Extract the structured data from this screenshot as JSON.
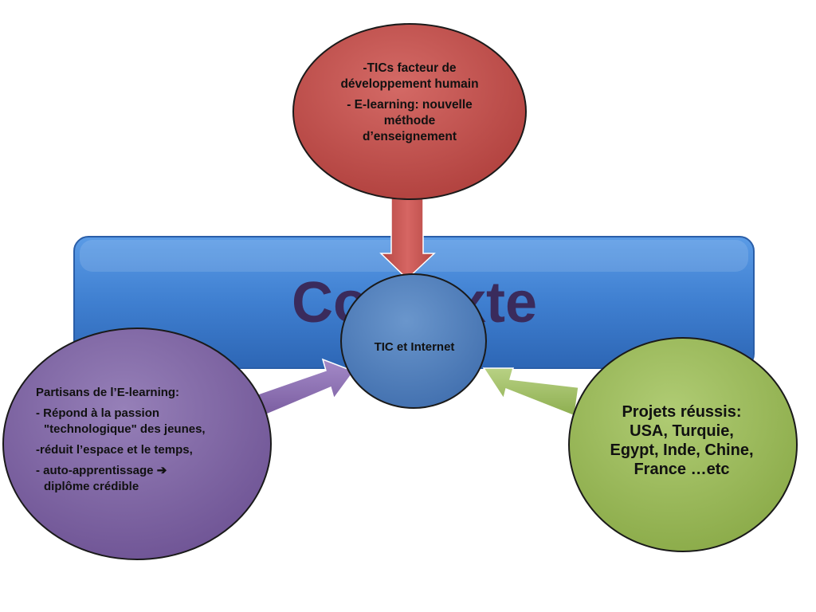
{
  "banner": {
    "title": "Contexte"
  },
  "top_node": {
    "line1": "-TICs facteur de",
    "line2": "développement humain",
    "line3": "-  E-learning: nouvelle",
    "line4": "méthode",
    "line5": "d’enseignement"
  },
  "center_node": {
    "label": "TIC et Internet"
  },
  "left_node": {
    "heading": "Partisans de l’E-learning:",
    "item1_line1": "- Répond à la passion",
    "item1_line2": "\"technologique\" des jeunes,",
    "item2": "-réduit l’espace et le temps,",
    "item3_line1": "- auto-apprentissage",
    "item3_arrow": "➔",
    "item3_line2": "diplôme crédible"
  },
  "right_node": {
    "line1": "Projets réussis:",
    "line2": "USA, Turquie,",
    "line3": "Egypt, Inde, Chine,",
    "line4": "France …etc"
  },
  "colors": {
    "banner": "#3f7fd0",
    "top_node": "#c0504d",
    "center_node": "#4f81bd",
    "left_node": "#8064a2",
    "right_node": "#9bbb59",
    "title_text": "#3a2b5c"
  }
}
